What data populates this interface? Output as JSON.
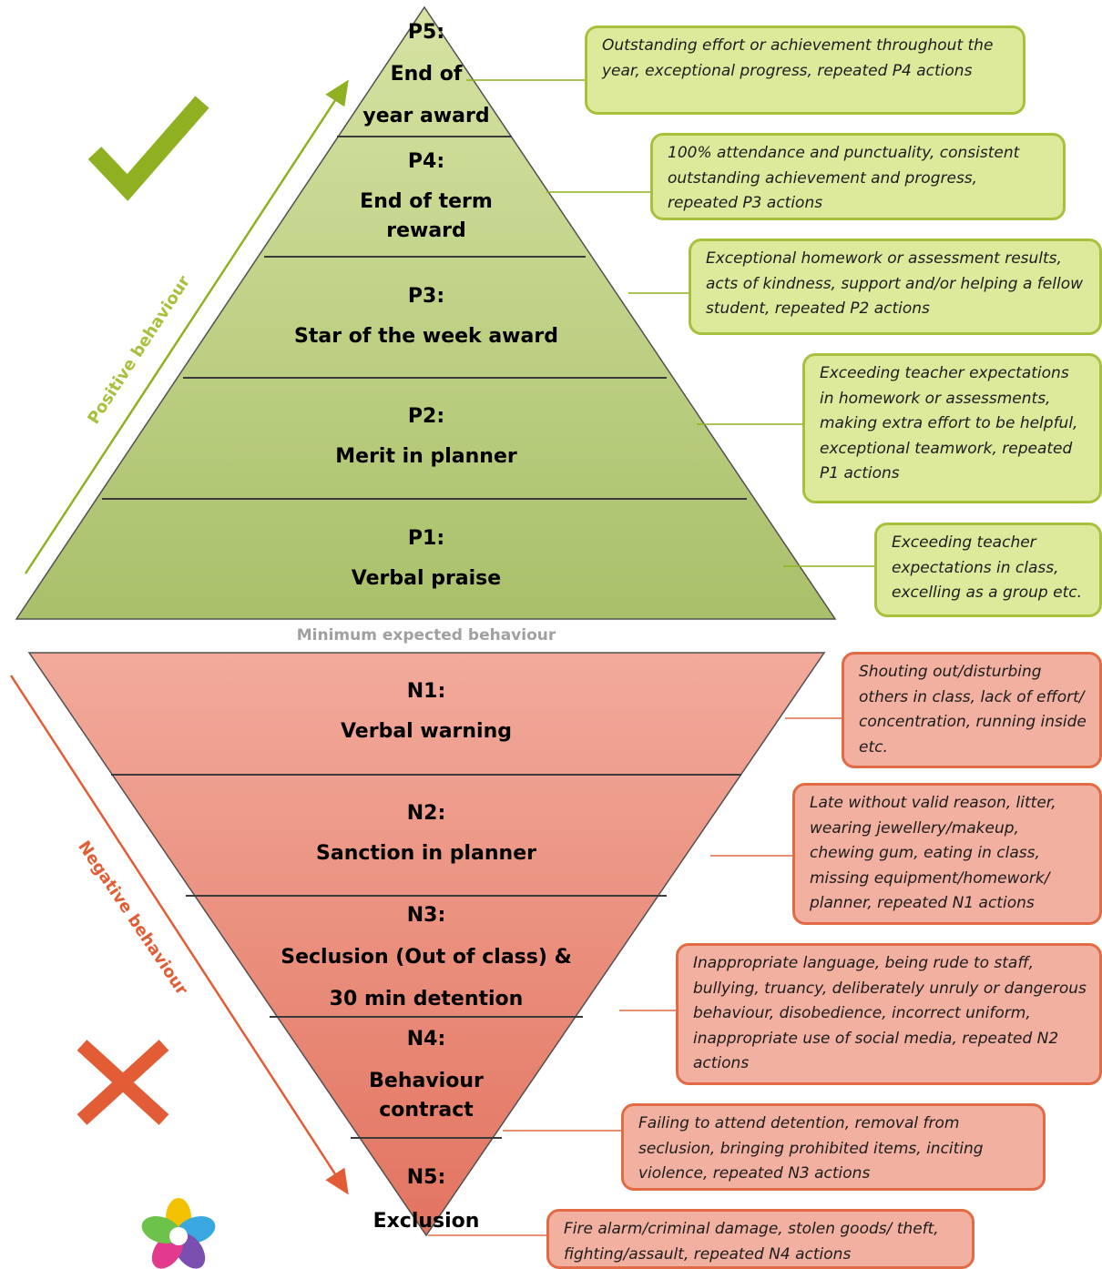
{
  "positive_label": "Positive behaviour",
  "negative_label": "Negative behaviour",
  "minimum_label": "Minimum expected behaviour",
  "positive_levels": [
    {
      "code": "P5:",
      "lines": [
        "End of",
        "year award"
      ],
      "description": "Outstanding effort or achievement throughout the year, exceptional progress, repeated P4 actions"
    },
    {
      "code": "P4:",
      "lines": [
        "End of term",
        "reward"
      ],
      "description": "100% attendance and punctuality, consistent outstanding achievement and progress, repeated P3 actions"
    },
    {
      "code": "P3:",
      "lines": [
        "Star of the week award"
      ],
      "description": "Exceptional homework or assessment results, acts of kindness, support and/or helping a fellow student, repeated P2 actions"
    },
    {
      "code": "P2:",
      "lines": [
        "Merit in planner"
      ],
      "description": "Exceeding teacher expectations in homework or assessments, making extra effort to be helpful, exceptional teamwork, repeated P1 actions"
    },
    {
      "code": "P1:",
      "lines": [
        "Verbal praise"
      ],
      "description": "Exceeding teacher expectations in class, excelling as a group etc."
    }
  ],
  "negative_levels": [
    {
      "code": "N1:",
      "lines": [
        "Verbal warning"
      ],
      "description": "Shouting out/disturbing others in class, lack of effort/ concentration, running inside etc."
    },
    {
      "code": "N2:",
      "lines": [
        "Sanction in planner"
      ],
      "description": "Late without valid reason, litter, wearing jewellery/makeup, chewing gum, eating in class, missing equipment/homework/ planner, repeated N1 actions"
    },
    {
      "code": "N3:",
      "lines": [
        "Seclusion (Out of class) &",
        "30 min detention"
      ],
      "description": "Inappropriate language, being rude to staff, bullying, truancy, deliberately unruly or dangerous behaviour, disobedience, incorrect uniform, inappropriate use of social media, repeated N2 actions"
    },
    {
      "code": "N4:",
      "lines": [
        "Behaviour",
        "contract"
      ],
      "description": "Failing to attend detention, removal from seclusion, bringing prohibited items, inciting violence, repeated N3 actions"
    },
    {
      "code": "N5:",
      "lines": [
        "Exclusion"
      ],
      "description": "Fire alarm/criminal damage, stolen goods/ theft, fighting/assault, repeated N4 actions"
    }
  ],
  "colors": {
    "positive_fill_top": "#d6e3a3",
    "positive_fill_bottom": "#a9c06a",
    "positive_box": "#ddea9c",
    "positive_border": "#a7c13c",
    "check": "#8fb121",
    "negative_fill_top": "#f2aa9b",
    "negative_fill_bottom": "#e27460",
    "negative_box": "#f1b0a0",
    "negative_border": "#e26a45",
    "cross": "#e25d35"
  },
  "icons": [
    "check-icon",
    "cross-icon",
    "flower-logo-icon"
  ]
}
